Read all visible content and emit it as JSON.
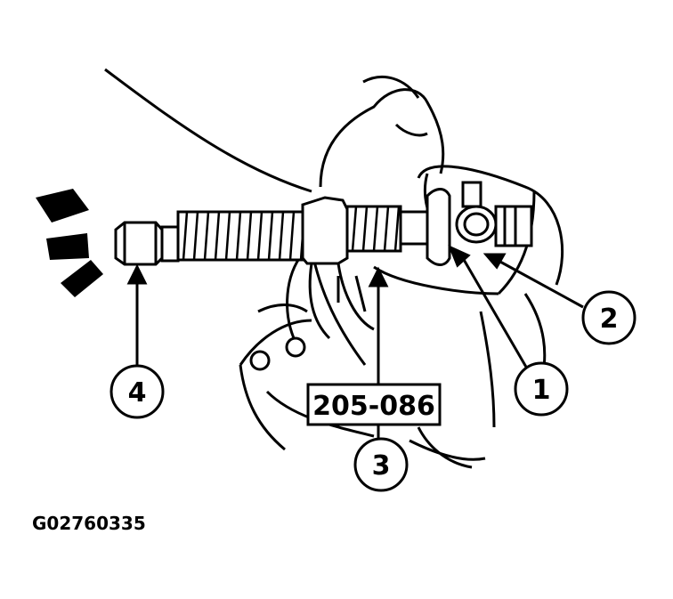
{
  "tool_label": "205-086",
  "figure_id": "G02760335",
  "callouts": [
    {
      "number": "1"
    },
    {
      "number": "2"
    },
    {
      "number": "3"
    },
    {
      "number": "4"
    }
  ]
}
